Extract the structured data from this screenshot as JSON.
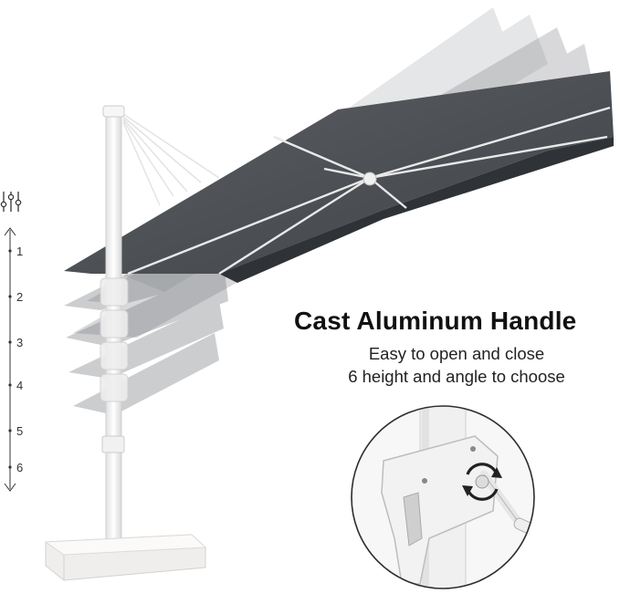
{
  "headline": "Cast Aluminum Handle",
  "subline_1": "Easy to open and close",
  "subline_2": "6 height and angle to choose",
  "height_levels": [
    "1",
    "2",
    "3",
    "4",
    "5",
    "6"
  ],
  "icons": {
    "adjust": "sliders-icon",
    "crank": "rotate-arrows-icon"
  },
  "colors": {
    "canopy": "#4a4d52",
    "canopy_ghost": "#8e9196",
    "pole": "#f4f4f4",
    "text": "#111111"
  }
}
